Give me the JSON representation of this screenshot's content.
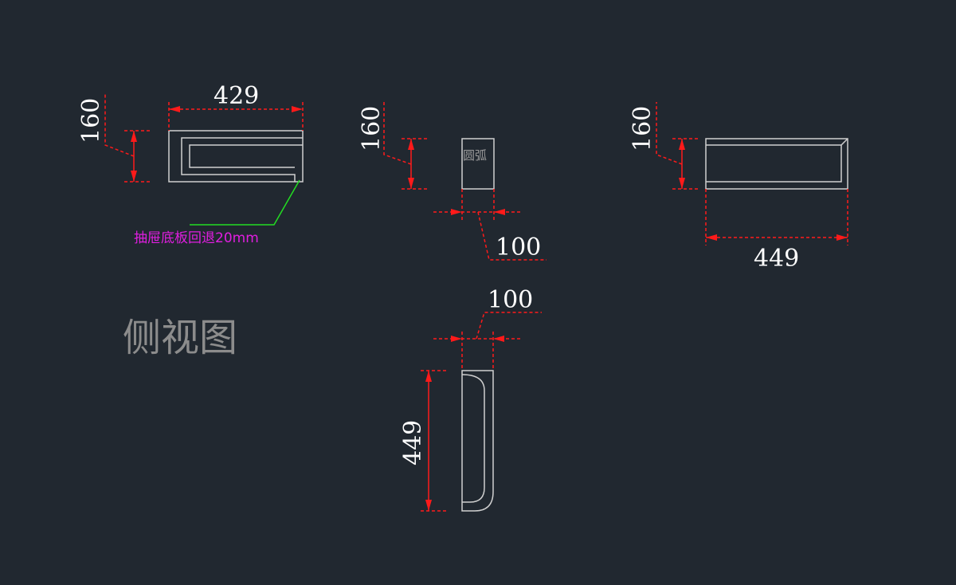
{
  "drawing": {
    "title": "侧视图",
    "note": "抽屉底板回退20mm",
    "arc_label": "圆弧"
  },
  "dimensions": {
    "left_height": "160",
    "left_width": "429",
    "mid_height": "160",
    "mid_width": "100",
    "right_height": "160",
    "right_width": "449",
    "bottom_width": "100",
    "bottom_height": "449"
  },
  "colors": {
    "background": "#212830",
    "outline": "#cfcfcf",
    "dimension": "#ff1a1a",
    "leader": "#22dd22",
    "note": "#e01ee0"
  }
}
